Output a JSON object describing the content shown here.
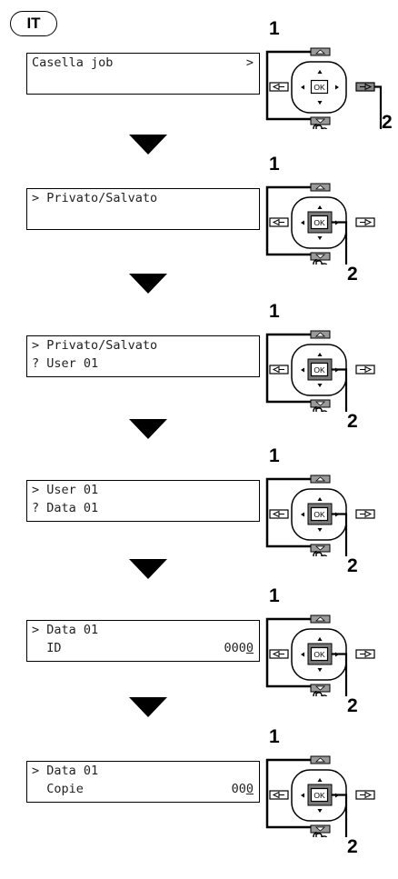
{
  "language": "IT",
  "callouts": {
    "one": "1",
    "two": "2"
  },
  "ok_label": "OK",
  "steps": [
    {
      "line1": "Casella job",
      "line2": "",
      "right1": ">",
      "right2": "",
      "right2_underlined": "",
      "ok_pressed": false,
      "press": "right"
    },
    {
      "line1": "> Privato/Salvato",
      "line2": "",
      "right1": "",
      "right2": "",
      "right2_underlined": "",
      "ok_pressed": true,
      "press": "ok"
    },
    {
      "line1": "> Privato/Salvato",
      "line2": "? User 01",
      "right1": "",
      "right2": "",
      "right2_underlined": "",
      "ok_pressed": true,
      "press": "ok"
    },
    {
      "line1": "> User 01",
      "line2": "? Data 01",
      "right1": "",
      "right2": "",
      "right2_underlined": "",
      "ok_pressed": true,
      "press": "ok"
    },
    {
      "line1": "> Data 01",
      "line2": "  ID",
      "right1": "",
      "right2": "000",
      "right2_underlined": "0",
      "ok_pressed": true,
      "press": "ok"
    },
    {
      "line1": "> Data 01",
      "line2": "  Copie",
      "right1": "",
      "right2": "00",
      "right2_underlined": "0",
      "ok_pressed": true,
      "press": "ok"
    }
  ]
}
